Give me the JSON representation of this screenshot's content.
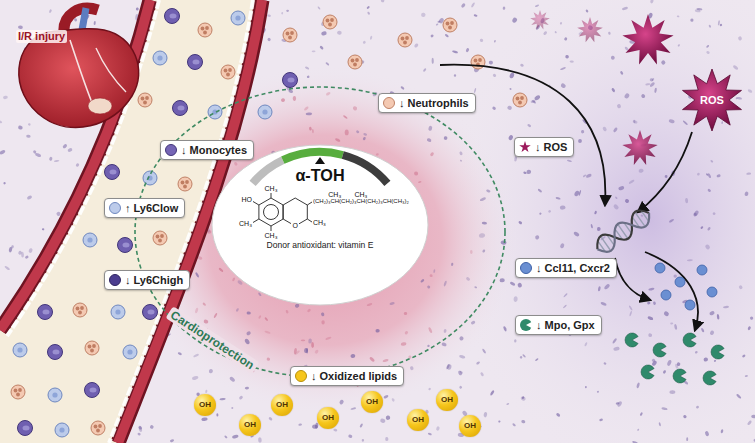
{
  "diagram": {
    "nodes": [
      {
        "text": [
          "↓ Neutrophils"
        ]
      },
      {
        "text": [
          "ROS"
        ]
      },
      {
        "text": [
          "↓ Monocytes"
        ]
      },
      {
        "text": [
          "↓ ROS"
        ]
      },
      {
        "text": [
          "↑ Ly6Clow"
        ]
      },
      {
        "text": [
          "α-TOH",
          "Donor antioxidant: vitamin E"
        ]
      },
      {
        "text": [
          "↓ Ccl11, Cxcr2"
        ]
      },
      {
        "text": [
          "↓ Ly6Chigh"
        ]
      },
      {
        "text": [
          "↓ Mpo, Gpx"
        ]
      },
      {
        "text": [
          "↓ Oxidized lipids"
        ]
      },
      {
        "text": [
          "OH"
        ]
      },
      {
        "text": [
          "OH"
        ]
      },
      {
        "text": [
          "OH"
        ]
      },
      {
        "text": [
          "OH"
        ]
      },
      {
        "text": [
          "OH"
        ]
      },
      {
        "text": [
          "OH"
        ]
      },
      {
        "text": [
          "OH"
        ]
      },
      {
        "text": [
          "OH"
        ]
      }
    ],
    "labels": [
      "I/R injury",
      "Cardioprotection",
      "HO",
      "CH₃",
      "CH₃",
      "CH₃",
      "O",
      "CH₃",
      "(CH₂)₃CH(CH₂)₃CH(CH₂)₃CH(CH₃)₂",
      "CH₃",
      "CH₃"
    ]
  }
}
